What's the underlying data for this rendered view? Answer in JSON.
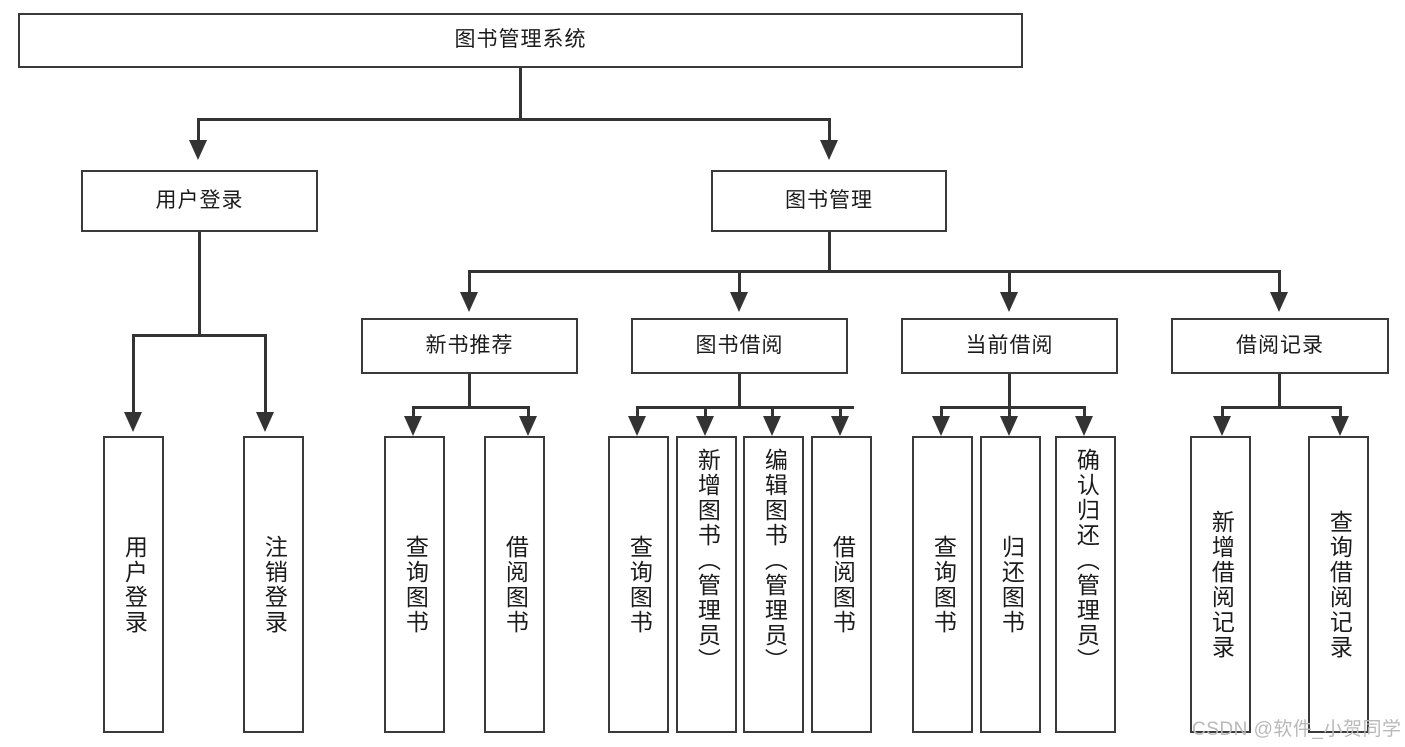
{
  "diagram": {
    "title": "图书管理系统",
    "type": "tree",
    "watermark": "CSDN @软件_小贺同学",
    "accent_color": "#333333",
    "box_fill": "#ffffff",
    "text_color": "#1b1b1b",
    "root": {
      "label": "图书管理系统"
    },
    "level2": [
      {
        "label": "用户登录"
      },
      {
        "label": "图书管理"
      }
    ],
    "level3": [
      {
        "label": "新书推荐"
      },
      {
        "label": "图书借阅"
      },
      {
        "label": "当前借阅"
      },
      {
        "label": "借阅记录"
      }
    ],
    "leaves": {
      "user_login": [
        {
          "label": "用户登录"
        },
        {
          "label": "注销登录"
        }
      ],
      "new_book": [
        {
          "label": "查询图书"
        },
        {
          "label": "借阅图书"
        }
      ],
      "book_borrow": [
        {
          "label": "查询图书"
        },
        {
          "label": "新增图书（管理员）"
        },
        {
          "label": "编辑图书（管理员）"
        },
        {
          "label": "借阅图书"
        }
      ],
      "current_borrow": [
        {
          "label": "查询图书"
        },
        {
          "label": "归还图书"
        },
        {
          "label": "确认归还（管理员）"
        }
      ],
      "borrow_record": [
        {
          "label": "新增借阅记录"
        },
        {
          "label": "查询借阅记录"
        }
      ]
    }
  }
}
